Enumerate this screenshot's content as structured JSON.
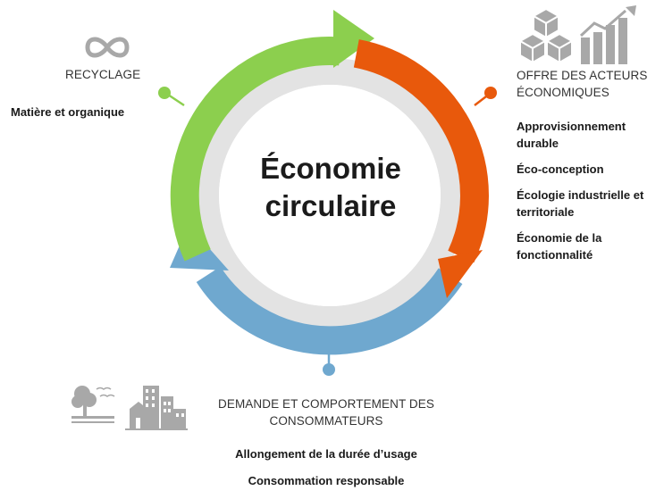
{
  "center": {
    "line1": "Économie",
    "line2": "circulaire"
  },
  "recyclage": {
    "heading": "RECYCLAGE",
    "items": [
      "Matière et organique"
    ],
    "icon": "infinity-icon"
  },
  "offre": {
    "heading_line1": "OFFRE DES ACTEURS",
    "heading_line2": "ÉCONOMIQUES",
    "items": [
      {
        "line1": "Approvisionnement",
        "line2": "durable"
      },
      {
        "line1": "Éco-conception",
        "line2": ""
      },
      {
        "line1": "Écologie industrielle et",
        "line2": "territoriale"
      },
      {
        "line1": "Économie de la",
        "line2": "fonctionnalité"
      }
    ],
    "icons": [
      "cubes-icon",
      "growth-chart-icon"
    ]
  },
  "demande": {
    "heading_line1": "DEMANDE ET COMPORTEMENT DES",
    "heading_line2": "CONSOMMATEURS",
    "items": [
      "Allongement de la durée d’usage",
      "Consommation responsable"
    ],
    "icons": [
      "nature-icon",
      "city-icon"
    ]
  },
  "colors": {
    "green": "#8ccf4e",
    "orange": "#e8590c",
    "blue": "#6fa8cf",
    "ring_gray": "#e3e3e3",
    "icon_gray": "#a8a8a8"
  }
}
